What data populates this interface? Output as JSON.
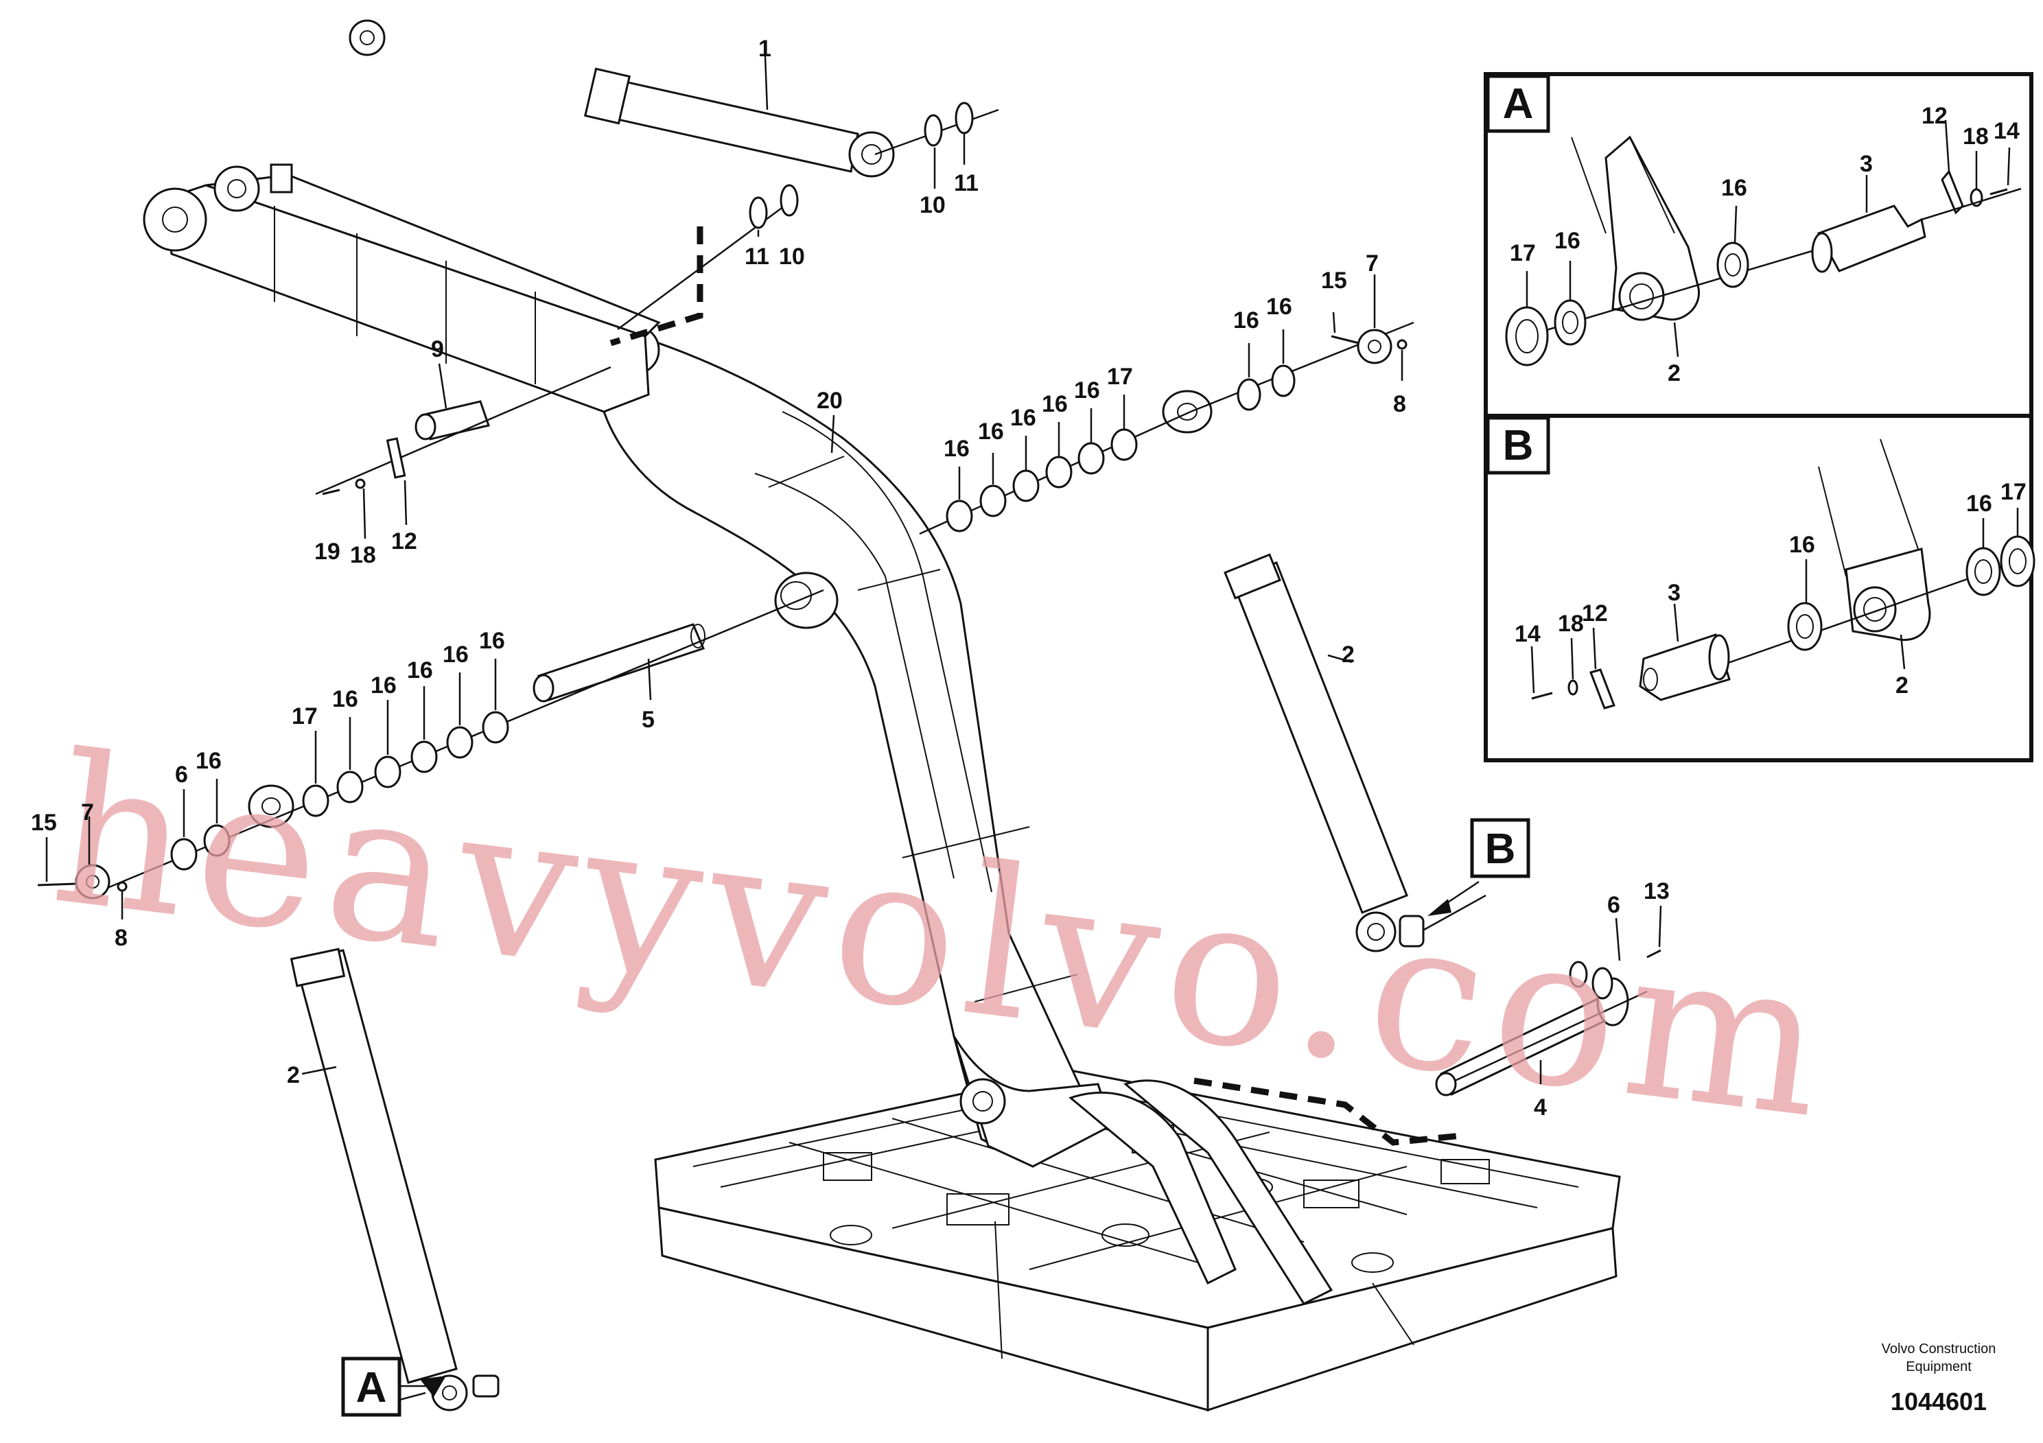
{
  "watermark": "heavyvolvo.com",
  "footer": {
    "brand_line1": "Volvo Construction",
    "brand_line2": "Equipment",
    "drawing_number": "1044601"
  },
  "callouts": {
    "main_a": "A",
    "main_b": "B",
    "detail_a": "A",
    "detail_b": "B"
  },
  "labels": [
    {
      "id": "c1",
      "text": "1"
    },
    {
      "id": "c10a",
      "text": "10"
    },
    {
      "id": "c11a",
      "text": "11"
    },
    {
      "id": "c11b",
      "text": "11"
    },
    {
      "id": "c10b",
      "text": "10"
    },
    {
      "id": "c9",
      "text": "9"
    },
    {
      "id": "c20",
      "text": "20"
    },
    {
      "id": "c19",
      "text": "19"
    },
    {
      "id": "c18",
      "text": "18"
    },
    {
      "id": "c12",
      "text": "12"
    },
    {
      "id": "c15r",
      "text": "15"
    },
    {
      "id": "c7r",
      "text": "7"
    },
    {
      "id": "c16r1",
      "text": "16"
    },
    {
      "id": "c16r2",
      "text": "16"
    },
    {
      "id": "c8r",
      "text": "8"
    },
    {
      "id": "c16m1",
      "text": "16"
    },
    {
      "id": "c16m2",
      "text": "16"
    },
    {
      "id": "c16m3",
      "text": "16"
    },
    {
      "id": "c16m4",
      "text": "16"
    },
    {
      "id": "c16m5",
      "text": "16"
    },
    {
      "id": "c17m",
      "text": "17"
    },
    {
      "id": "c2r",
      "text": "2"
    },
    {
      "id": "c5",
      "text": "5"
    },
    {
      "id": "c16l1",
      "text": "16"
    },
    {
      "id": "c16l2",
      "text": "16"
    },
    {
      "id": "c16l3",
      "text": "16"
    },
    {
      "id": "c16l4",
      "text": "16"
    },
    {
      "id": "c16l5",
      "text": "16"
    },
    {
      "id": "c17l",
      "text": "17"
    },
    {
      "id": "c6l",
      "text": "6"
    },
    {
      "id": "c16l6",
      "text": "16"
    },
    {
      "id": "c15l",
      "text": "15"
    },
    {
      "id": "c7l",
      "text": "7"
    },
    {
      "id": "c8l",
      "text": "8"
    },
    {
      "id": "c2l",
      "text": "2"
    },
    {
      "id": "c6b",
      "text": "6"
    },
    {
      "id": "c13",
      "text": "13"
    },
    {
      "id": "c4",
      "text": "4"
    },
    {
      "id": "da12",
      "text": "12"
    },
    {
      "id": "da18",
      "text": "18"
    },
    {
      "id": "da14",
      "text": "14"
    },
    {
      "id": "da3",
      "text": "3"
    },
    {
      "id": "da16a",
      "text": "16"
    },
    {
      "id": "da17",
      "text": "17"
    },
    {
      "id": "da16b",
      "text": "16"
    },
    {
      "id": "da2",
      "text": "2"
    },
    {
      "id": "db16a",
      "text": "16"
    },
    {
      "id": "db17",
      "text": "17"
    },
    {
      "id": "db16b",
      "text": "16"
    },
    {
      "id": "db3",
      "text": "3"
    },
    {
      "id": "db14",
      "text": "14"
    },
    {
      "id": "db18",
      "text": "18"
    },
    {
      "id": "db12",
      "text": "12"
    },
    {
      "id": "db2",
      "text": "2"
    }
  ]
}
